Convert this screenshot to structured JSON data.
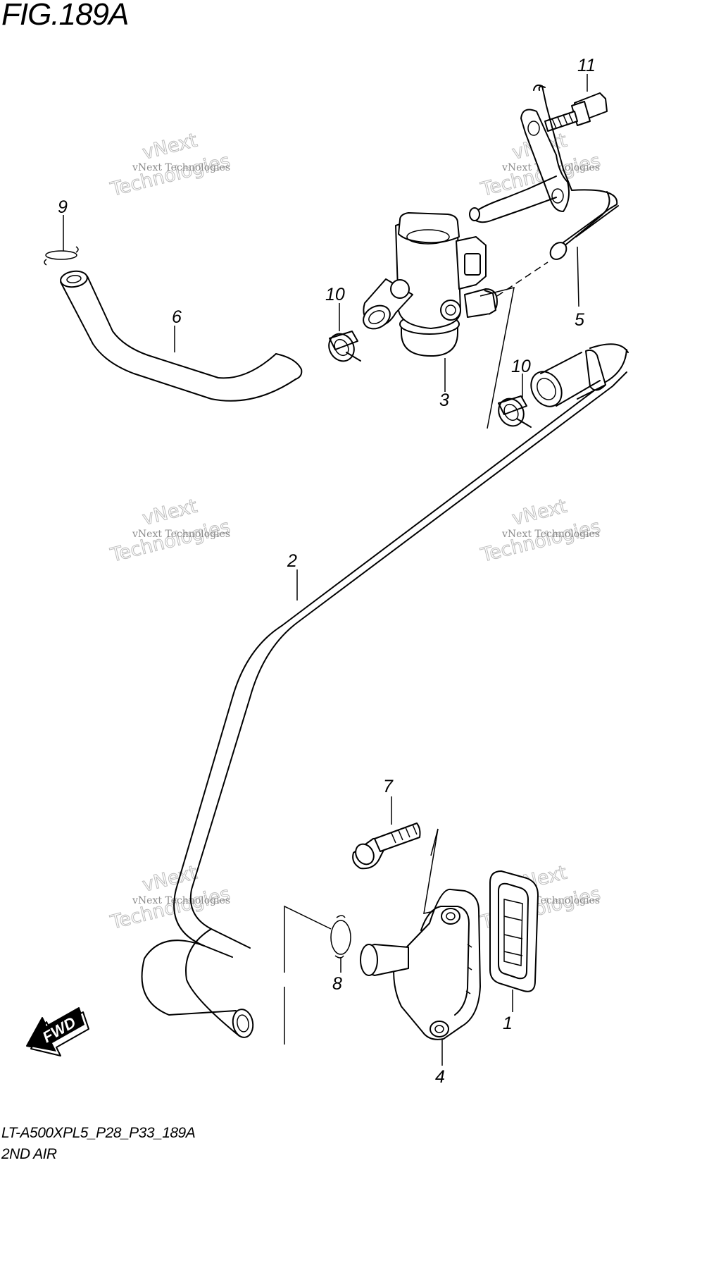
{
  "figure": {
    "title": "FIG.189A",
    "model_code": "LT-A500XPL5_P28_P33_189A",
    "section_name": "2ND AIR"
  },
  "callouts": [
    "1",
    "2",
    "3",
    "4",
    "5",
    "6",
    "7",
    "8",
    "9",
    "10",
    "10",
    "11"
  ],
  "watermark": {
    "small_text": "vNext Technologies",
    "big_line1": "vNext",
    "big_line2": "Technologies"
  },
  "direction_badge": "FWD"
}
